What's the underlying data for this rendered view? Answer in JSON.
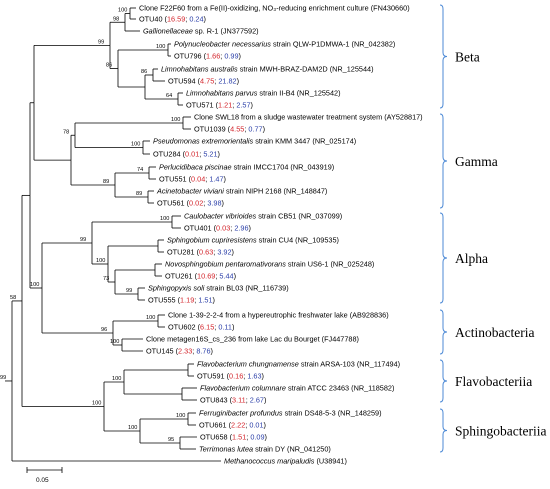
{
  "colors": {
    "value_a": "#d3232a",
    "value_b": "#2b3fa8",
    "bracket": "#4d8ad6"
  },
  "scale_label": "0.05",
  "groups": [
    {
      "label": "Beta"
    },
    {
      "label": "Gamma"
    },
    {
      "label": "Alpha"
    },
    {
      "label": "Actinobacteria"
    },
    {
      "label": "Flavobacteriia"
    },
    {
      "label": "Sphingobacteriia"
    }
  ],
  "leaves": [
    {
      "name": "Clone F22F60 from a Fe(II)-oxidizing, NO₃-reducing enrichment culture",
      "acc": " (FN430660)"
    },
    {
      "name": "OTU40",
      "v1": "16.59",
      "v2": "0.24"
    },
    {
      "name": "Gallionellaceae",
      "ital": true,
      "suffix": " sp. R-1",
      "acc": " (JN377592)"
    },
    {
      "name": "Polynucleobacter necessarius",
      "ital": true,
      "suffix": " strain QLW-P1DMWA-1",
      "acc": " (NR_042382)"
    },
    {
      "name": "OTU796",
      "v1": "1.66",
      "v2": "0.99"
    },
    {
      "name": "Limnohabitans australis",
      "ital": true,
      "suffix": " strain MWH-BRAZ-DAM2D",
      "acc": " (NR_125544)"
    },
    {
      "name": "OTU594",
      "v1": "4.75",
      "v2": "21.82"
    },
    {
      "name": "Limnohabitans parvus",
      "ital": true,
      "suffix": " strain II-B4",
      "acc": " (NR_125542)"
    },
    {
      "name": "OTU571",
      "v1": "1.21",
      "v2": "2.57"
    },
    {
      "name": "Clone SWL18 from a sludge wastewater treatment system",
      "acc": " (AY528817)"
    },
    {
      "name": "OTU1039",
      "v1": "4.55",
      "v2": "0.77"
    },
    {
      "name": "Pseudomonas extremorientalis",
      "ital": true,
      "suffix": " strain KMM 3447",
      "acc": " (NR_025174)"
    },
    {
      "name": "OTU284",
      "v1": "0.01",
      "v2": "5.21"
    },
    {
      "name": "Perlucidibaca piscinae",
      "ital": true,
      "suffix": " strain IMCC1704",
      "acc": " (NR_043919)"
    },
    {
      "name": "OTU551",
      "v1": "0.04",
      "v2": "1.47"
    },
    {
      "name": "Acinetobacter viviani",
      "ital": true,
      "suffix": " strain NIPH 2168",
      "acc": " (NR_148847)"
    },
    {
      "name": "OTU561",
      "v1": "0.02",
      "v2": "3.98"
    },
    {
      "name": "Caulobacter vibrioides",
      "ital": true,
      "suffix": " strain CB51",
      "acc": " (NR_037099)"
    },
    {
      "name": "OTU401",
      "v1": "0.03",
      "v2": "2.96"
    },
    {
      "name": "Sphingobium cupriresistens",
      "ital": true,
      "suffix": " strain CU4",
      "acc": " (NR_109535)"
    },
    {
      "name": "OTU281",
      "v1": "0.63",
      "v2": "3.92"
    },
    {
      "name": "Novosphingobium pentaromativorans",
      "ital": true,
      "suffix": " strain US6-1",
      "acc": " (NR_025248)"
    },
    {
      "name": "OTU261",
      "v1": "10.69",
      "v2": "5.44"
    },
    {
      "name": "Sphingopyxis soli",
      "ital": true,
      "suffix": " strain BL03",
      "acc": " (NR_116739)"
    },
    {
      "name": "OTU555",
      "v1": "1.19",
      "v2": "1.51"
    },
    {
      "name": "Clone 1-39-2-2-4 from a hypereutrophic freshwater lake",
      "acc": " (AB928836)"
    },
    {
      "name": "OTU602",
      "v1": "6.15",
      "v2": "0.11"
    },
    {
      "name": "Clone metagen16S_cs_236 from lake Lac du Bourget",
      "acc": " (FJ447788)"
    },
    {
      "name": "OTU145",
      "v1": "2.33",
      "v2": "8.76"
    },
    {
      "name": "Flavobacterium chungnamense",
      "ital": true,
      "suffix": " strain ARSA-103",
      "acc": " (NR_117494)"
    },
    {
      "name": "OTU591",
      "v1": "0.16",
      "v2": "1.63"
    },
    {
      "name": "Flavobacterium columnare",
      "ital": true,
      "suffix": " strain ATCC 23463",
      "acc": " (NR_118582)"
    },
    {
      "name": "OTU843",
      "v1": "3.11",
      "v2": "2.67"
    },
    {
      "name": "Ferruginibacter profundus",
      "ital": true,
      "suffix": " strain DS48-5-3",
      "acc": " (NR_148259)"
    },
    {
      "name": "OTU661",
      "v1": "2.22",
      "v2": "0.01"
    },
    {
      "name": "OTU658",
      "v1": "1.51",
      "v2": "0.09"
    },
    {
      "name": "Terrimonas lutea",
      "ital": true,
      "suffix": " strain DY",
      "acc": " (NR_041250)"
    },
    {
      "name": "Methanococcus maripaludis",
      "ital": true,
      "acc": " (U38941)"
    }
  ],
  "bootstrap": [
    "100",
    "98",
    "99",
    "86",
    "64",
    "100",
    "86",
    "78",
    "89",
    "100",
    "100",
    "89",
    "74",
    "99",
    "100",
    "100",
    "73",
    "99",
    "58",
    "100",
    "96",
    "100",
    "100",
    "100",
    "100",
    "95",
    "100",
    "100",
    "99"
  ]
}
